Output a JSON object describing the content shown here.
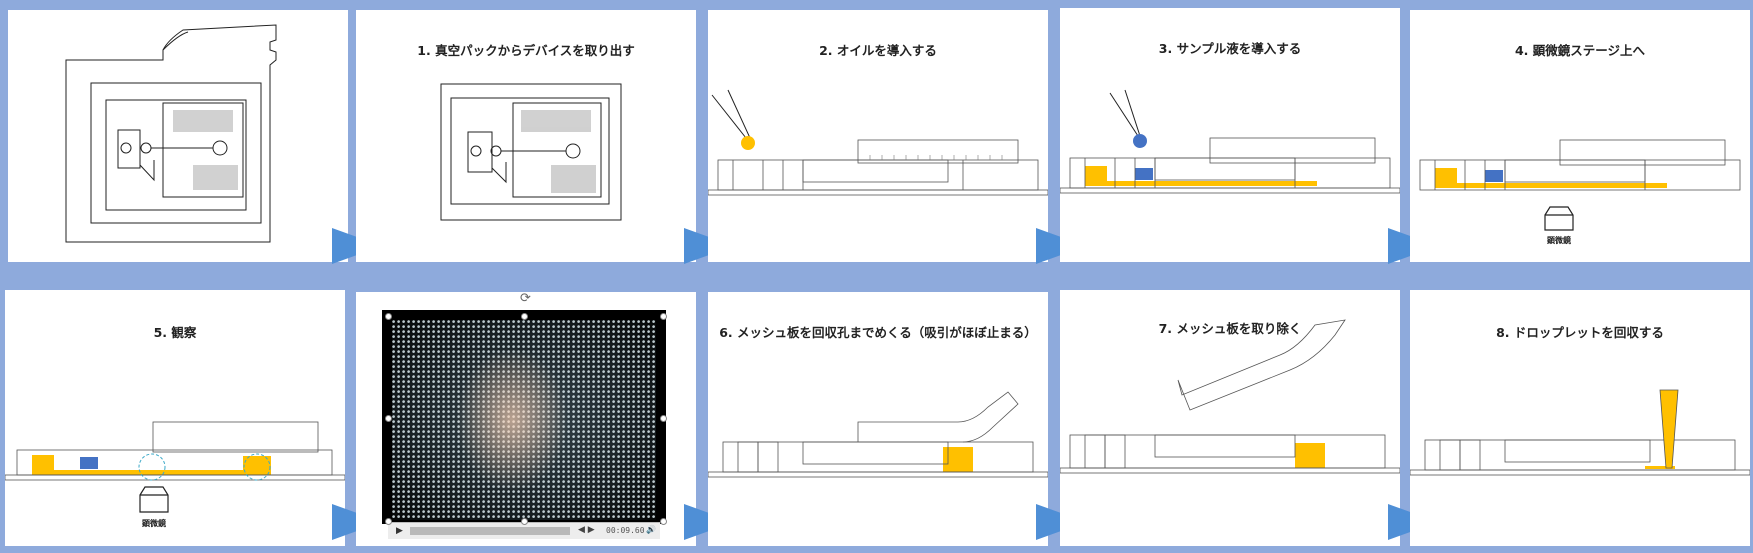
{
  "steps": [
    {
      "id": "intro",
      "title": ""
    },
    {
      "id": "step1",
      "title": "1. 真空パックからデバイスを取り出す"
    },
    {
      "id": "step2",
      "title": "2. オイルを導入する"
    },
    {
      "id": "step3",
      "title": "3. サンプル液を導入する"
    },
    {
      "id": "step4",
      "title": "4. 顕微鏡ステージ上へ"
    },
    {
      "id": "step5",
      "title": "5. 観察"
    },
    {
      "id": "video",
      "title": ""
    },
    {
      "id": "step6",
      "title": "6. メッシュ板を回収孔までめくる（吸引がほぼ止まる）"
    },
    {
      "id": "step7",
      "title": "7. メッシュ板を取り除く"
    },
    {
      "id": "step8",
      "title": "8. ドロップレットを回収する"
    }
  ],
  "microscope_label": "顕微鏡",
  "video_player": {
    "time": "00:09.60",
    "play_icon": "▶",
    "prev_icon": "◀",
    "next_icon": "▶",
    "volume_icon": "🔊"
  },
  "colors": {
    "oil": "#ffc000",
    "sample": "#4472c4",
    "arrow": "#4f8fd6",
    "background": "#8eaadc"
  }
}
